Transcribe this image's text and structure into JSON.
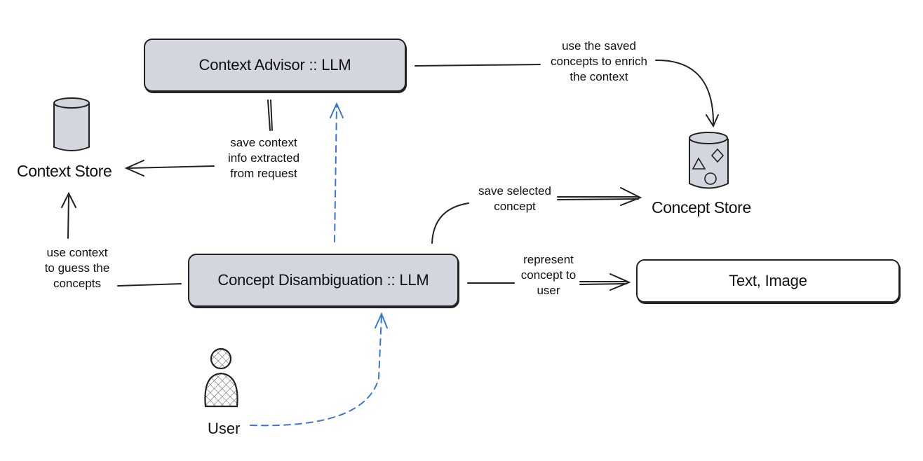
{
  "nodes": {
    "context_advisor": "Context Advisor :: LLM",
    "concept_disambiguation": "Concept Disambiguation :: LLM",
    "text_image": "Text, Image",
    "context_store": "Context Store",
    "concept_store": "Concept Store",
    "user": "User"
  },
  "edge_labels": {
    "save_context": "save context\ninfo extracted\nfrom request",
    "use_saved": "use the saved\nconcepts to enrich\nthe context",
    "save_selected": "save selected\nconcept",
    "use_context": "use context\nto guess the\nconcepts",
    "represent": "represent\nconcept to\nuser"
  },
  "colors": {
    "llm_fill": "#d3d6de",
    "dashed_arrow": "#3b78c9",
    "stroke": "#222222"
  }
}
